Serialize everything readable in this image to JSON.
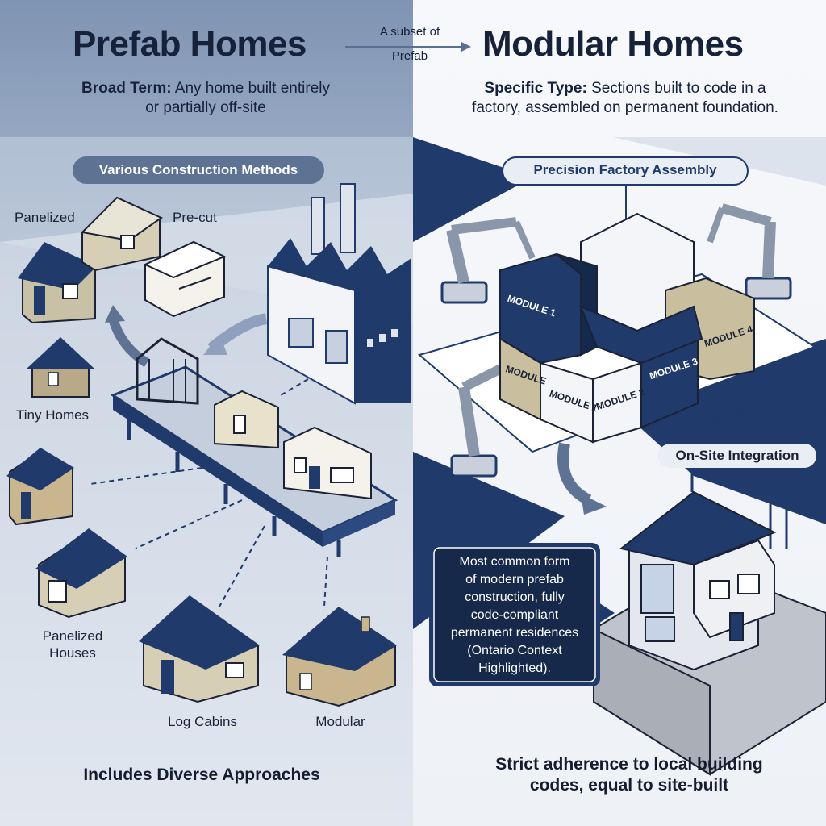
{
  "left": {
    "title": "Prefab Homes",
    "subtitle_term": "Broad Term:",
    "subtitle_line1": "Any home built entirely",
    "subtitle_line2": "or partially off-site",
    "methods_pill": "Various Construction Methods",
    "labels": {
      "panelized": "Panelized",
      "precut": "Pre-cut",
      "tiny_homes": "Tiny Homes",
      "panelized_houses_1": "Panelized",
      "panelized_houses_2": "Houses",
      "log_cabins": "Log Cabins",
      "modular": "Modular"
    },
    "footer": "Includes Diverse Approaches"
  },
  "connector": {
    "line1": "A subset of",
    "line2": "Prefab"
  },
  "right": {
    "title": "Modular Homes",
    "subtitle_term": "Specific Type:",
    "subtitle_line1": "Sections built to code in a",
    "subtitle_line2": "factory, assembled on permanent foundation.",
    "assembly_pill": "Precision Factory Assembly",
    "modules": [
      "MODULE 1",
      "MODULE",
      "MODULE 1",
      "MODULE 2",
      "MODULE 3",
      "MODULE 4"
    ],
    "onsite_pill": "On-Site Integration",
    "callout": [
      "Most common form",
      "of modern prefab",
      "construction, fully",
      "code-compliant",
      "permanent residences",
      "(Ontario Context",
      "Highlighted)."
    ],
    "footer_line1": "Strict adherence to local building",
    "footer_line2": "codes, equal to site-built"
  },
  "colors": {
    "navy": "#1f3a6b",
    "left_bg": "#8fa3bf",
    "right_bg": "#f1f3f7",
    "pill_left": "#5e7394",
    "tan": "#cfc7ad"
  }
}
